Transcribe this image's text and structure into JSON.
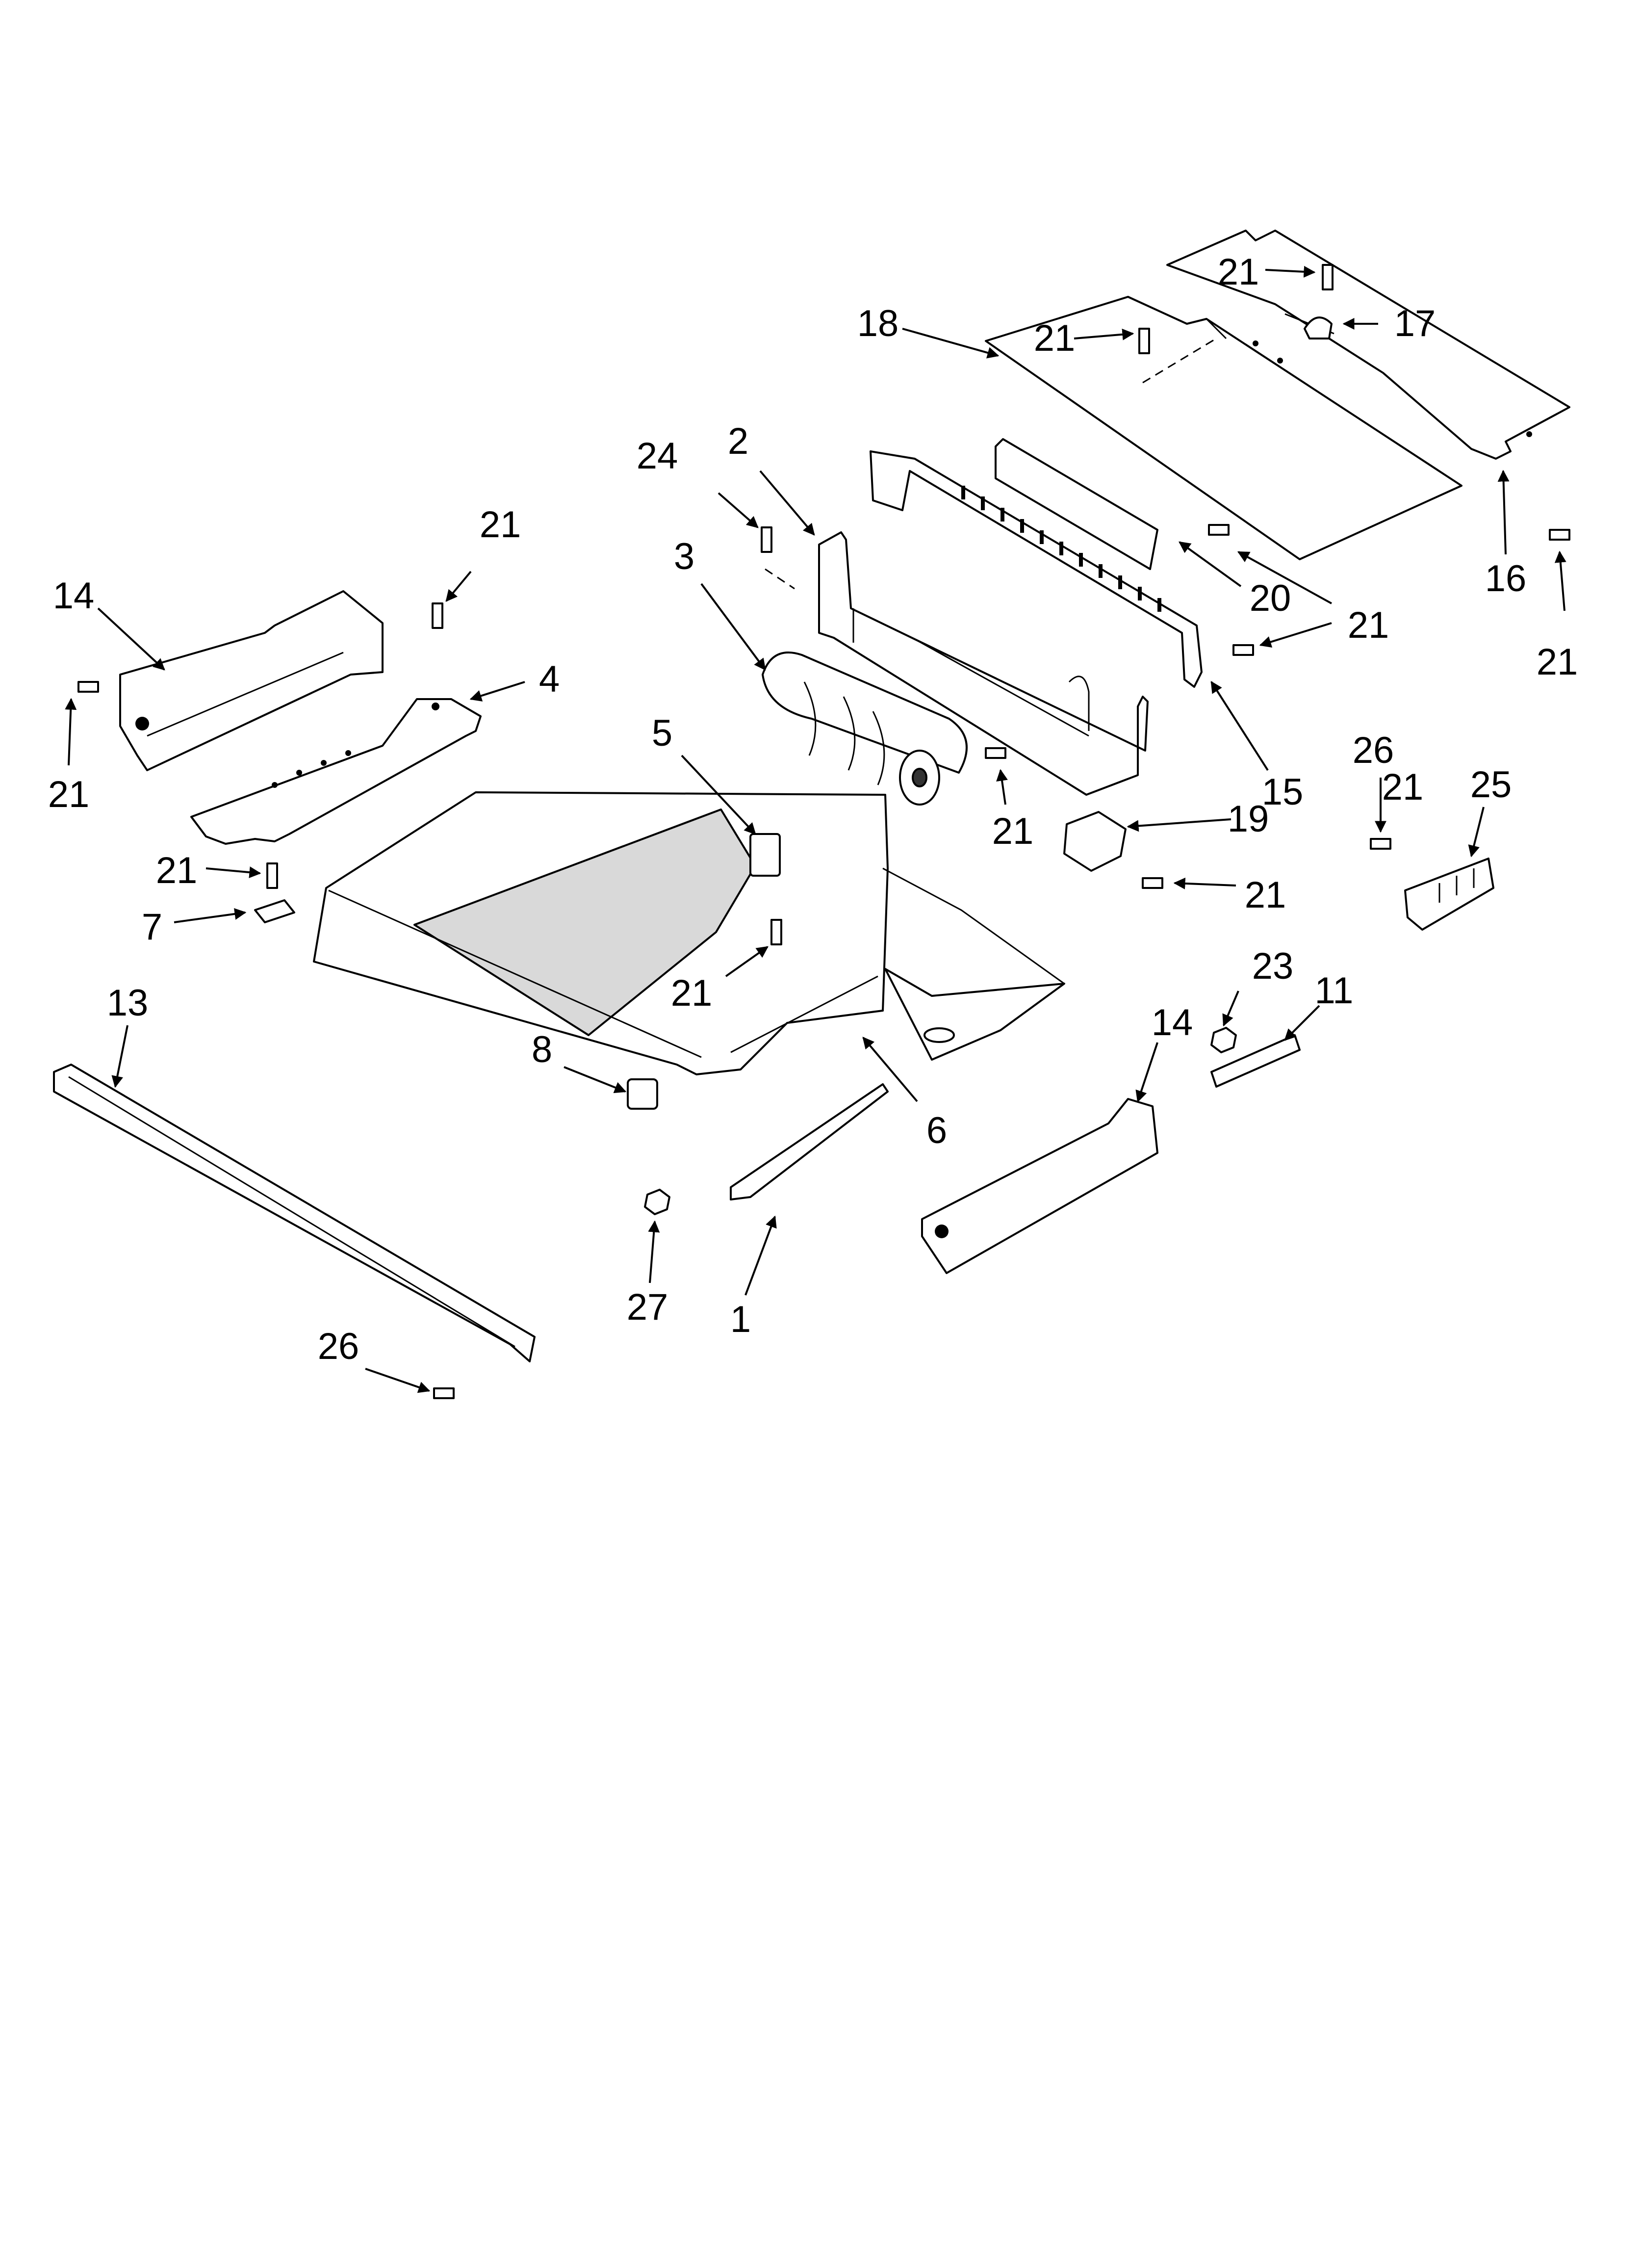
{
  "callouts": [
    {
      "id": "c1",
      "label": "1"
    },
    {
      "id": "c2",
      "label": "2"
    },
    {
      "id": "c3",
      "label": "3"
    },
    {
      "id": "c4",
      "label": "4"
    },
    {
      "id": "c5",
      "label": "5"
    },
    {
      "id": "c6",
      "label": "6"
    },
    {
      "id": "c7",
      "label": "7"
    },
    {
      "id": "c8",
      "label": "8"
    },
    {
      "id": "c11",
      "label": "11"
    },
    {
      "id": "c13",
      "label": "13"
    },
    {
      "id": "c14a",
      "label": "14"
    },
    {
      "id": "c14b",
      "label": "14"
    },
    {
      "id": "c15",
      "label": "15"
    },
    {
      "id": "c16",
      "label": "16"
    },
    {
      "id": "c17",
      "label": "17"
    },
    {
      "id": "c18",
      "label": "18"
    },
    {
      "id": "c19",
      "label": "19"
    },
    {
      "id": "c20",
      "label": "20"
    },
    {
      "id": "c21a",
      "label": "21"
    },
    {
      "id": "c21b",
      "label": "21"
    },
    {
      "id": "c21c",
      "label": "21"
    },
    {
      "id": "c21d",
      "label": "21"
    },
    {
      "id": "c21e",
      "label": "21"
    },
    {
      "id": "c21f",
      "label": "21"
    },
    {
      "id": "c21g",
      "label": "21"
    },
    {
      "id": "c21h",
      "label": "21"
    },
    {
      "id": "c21i",
      "label": "21"
    },
    {
      "id": "c21j",
      "label": "21"
    },
    {
      "id": "c21k",
      "label": "21"
    },
    {
      "id": "c23",
      "label": "23"
    },
    {
      "id": "c24",
      "label": "24"
    },
    {
      "id": "c25",
      "label": "25"
    },
    {
      "id": "c26a",
      "label": "26"
    },
    {
      "id": "c26b",
      "label": "26"
    },
    {
      "id": "c27",
      "label": "27"
    }
  ]
}
